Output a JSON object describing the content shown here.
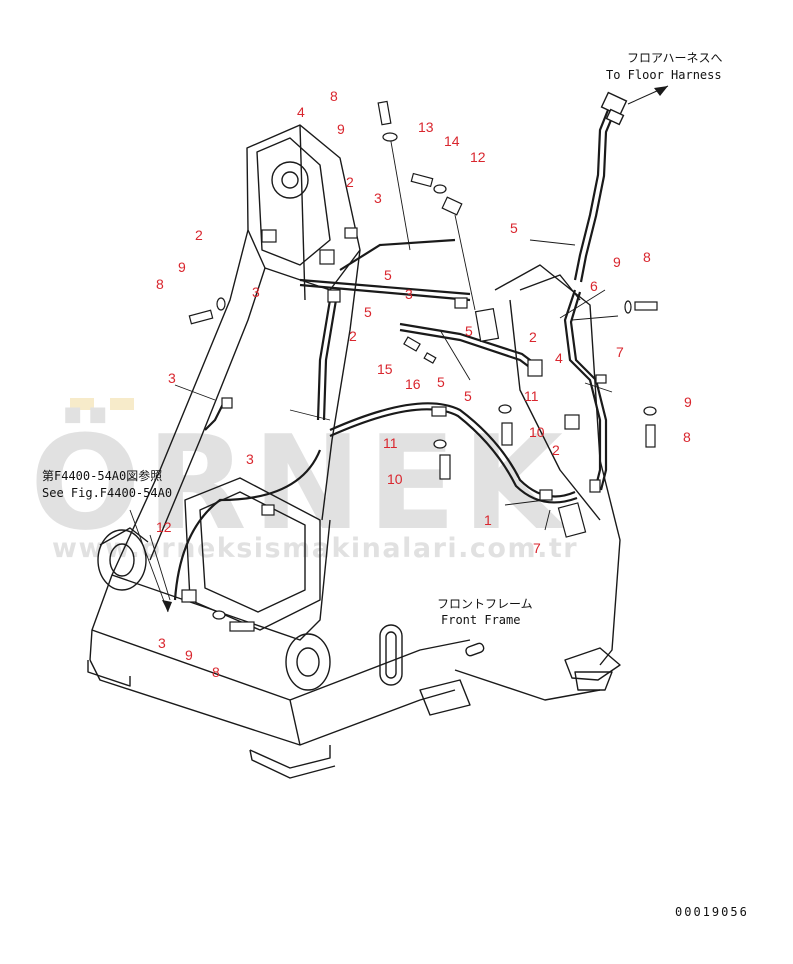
{
  "watermark": {
    "brand": "ÖRNEK",
    "url": "www.orneksismakinalari.com.tr",
    "accent": "#f2dca0"
  },
  "labels": {
    "floor_jp": "フロアハーネスへ",
    "floor_en": "To Floor Harness",
    "ref_jp": "第F4400-54A0図参照",
    "ref_en": "See Fig.F4400-54A0",
    "frame_jp": "フロントフレーム",
    "frame_en": "Front Frame",
    "drawing_no": "00019056"
  },
  "callouts": [
    "8",
    "9",
    "4",
    "13",
    "14",
    "12",
    "2",
    "3",
    "2",
    "5",
    "9",
    "8",
    "3",
    "2",
    "5",
    "3",
    "6",
    "9",
    "8",
    "5",
    "2",
    "15",
    "5",
    "16",
    "5",
    "4",
    "7",
    "3",
    "11",
    "5",
    "10",
    "9",
    "8",
    "2",
    "11",
    "10",
    "1",
    "3",
    "12",
    "7",
    "3",
    "9",
    "8"
  ],
  "colors": {
    "line": "#1a1a1a",
    "callout": "#d9262e",
    "watermark": "#c9c9c9"
  }
}
